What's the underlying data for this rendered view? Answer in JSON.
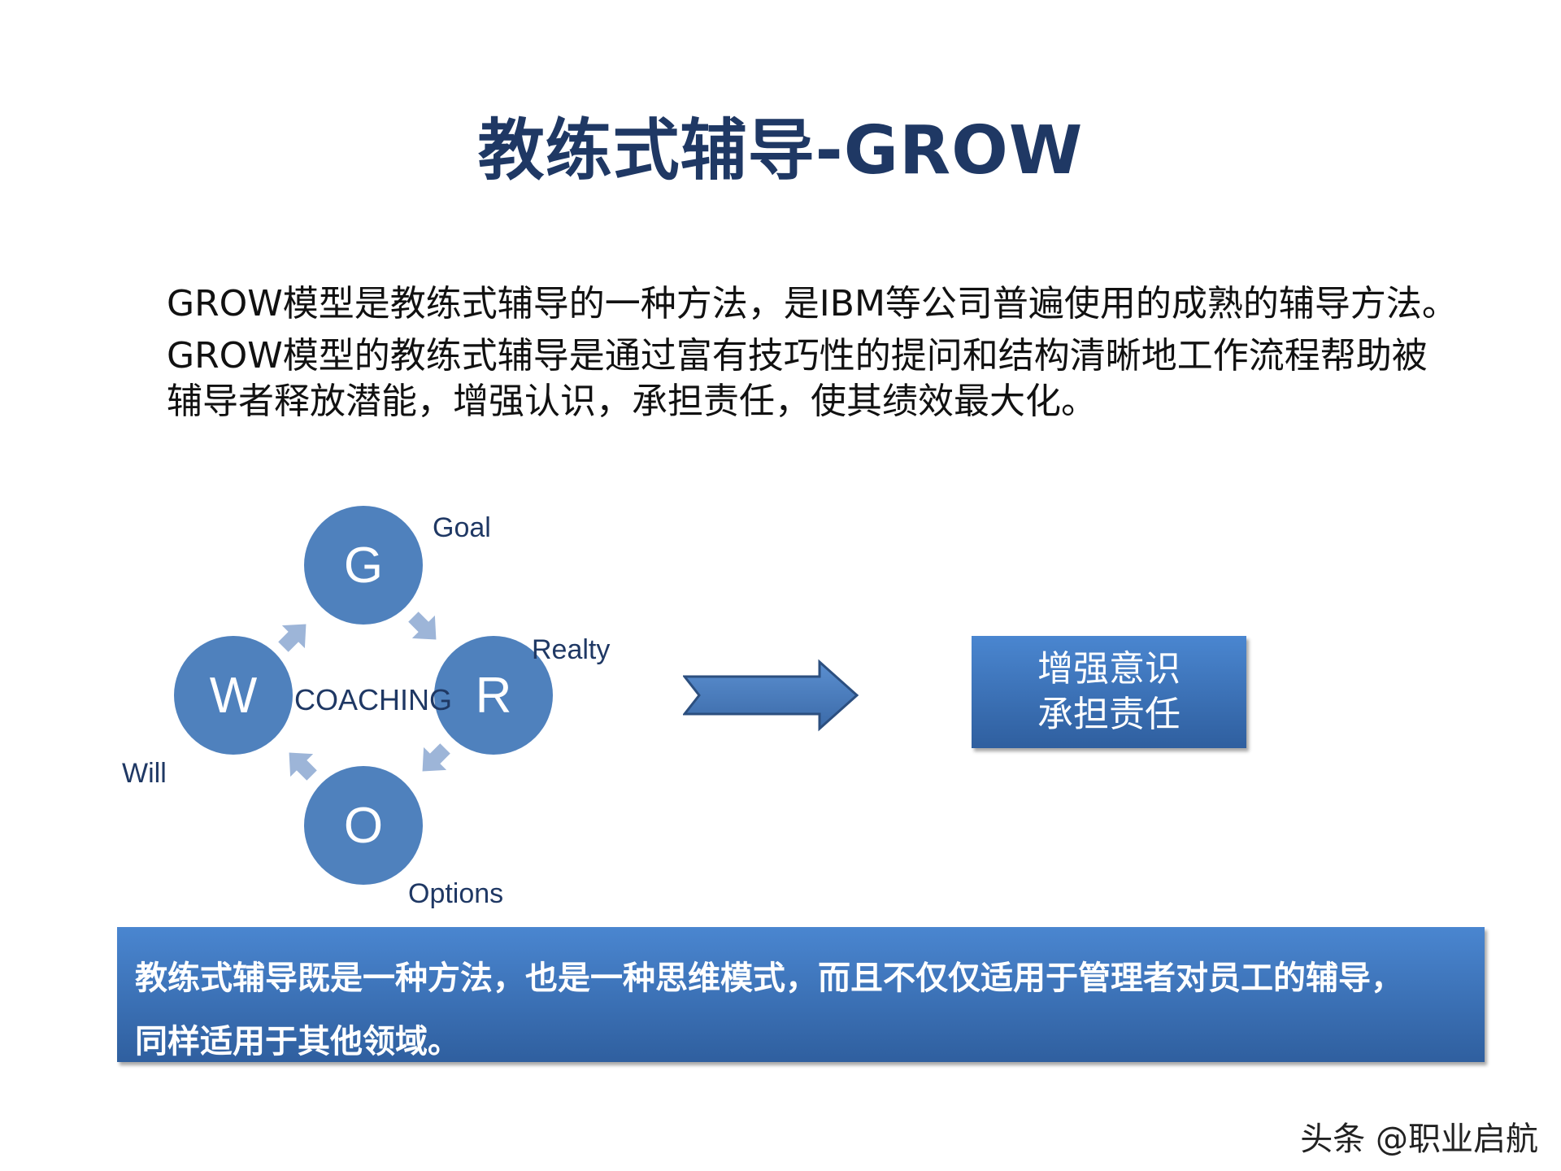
{
  "title": "教练式辅导-GROW",
  "intro": {
    "line1": "GROW模型是教练式辅导的一种方法，是IBM等公司普遍使用的成熟的辅导方法。",
    "line2": "GROW模型的教练式辅导是通过富有技巧性的提问和结构清晰地工作流程帮助被",
    "line3": "辅导者释放潜能，增强认识，承担责任，使其绩效最大化。"
  },
  "diagram": {
    "center_label": "COACHING",
    "nodes": [
      {
        "letter": "G",
        "label": "Goal"
      },
      {
        "letter": "R",
        "label": "Realty"
      },
      {
        "letter": "O",
        "label": "Options"
      },
      {
        "letter": "W",
        "label": "Will"
      }
    ]
  },
  "result": {
    "line1": "增强意识",
    "line2": "承担责任"
  },
  "summary": {
    "line1": "教练式辅导既是一种方法，也是一种思维模式，而且不仅仅适用于管理者对员工的辅导，",
    "line2": "同样适用于其他领域。"
  },
  "watermark": "头条 @职业启航",
  "colors": {
    "title": "#1f3864",
    "circle": "#4f81bd",
    "cycle_arrow": "#9db5d8",
    "box_top": "#4a86d0",
    "box_bottom": "#2f5f9f"
  }
}
